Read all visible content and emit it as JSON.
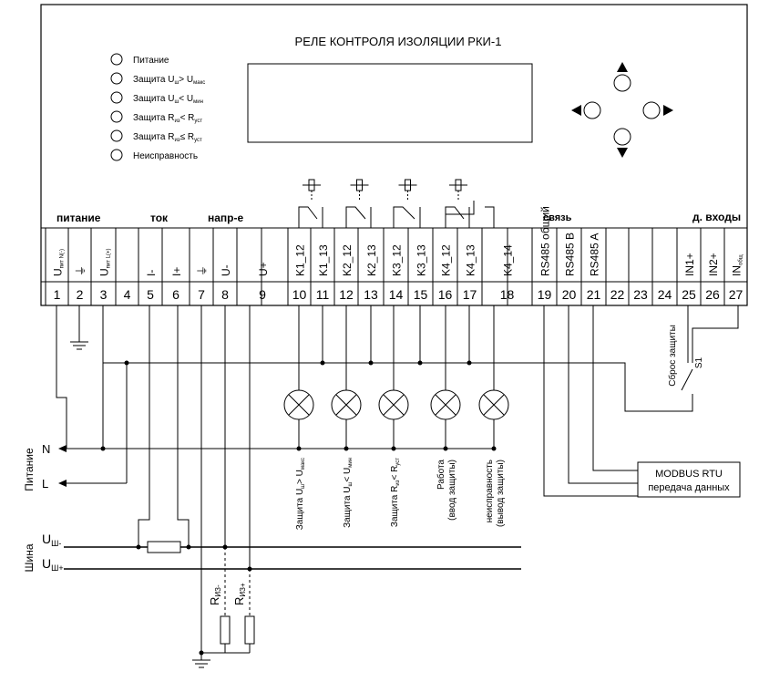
{
  "device": {
    "title": "РЕЛЕ КОНТРОЛЯ ИЗОЛЯЦИИ РКИ-1",
    "indicators": [
      {
        "label": "Питание"
      },
      {
        "label": "Защита U",
        "sub": "ш",
        "op": "> U",
        "op_sub": "макс"
      },
      {
        "label": "Защита U",
        "sub": "ш",
        "op": "< U",
        "op_sub": "мин"
      },
      {
        "label": "Защита R",
        "sub": "из",
        "op": "< R",
        "op_sub": "уст"
      },
      {
        "label": "Защита R",
        "sub": "из",
        "op": "≤ R",
        "op_sub": "уст"
      },
      {
        "label": "Неисправность"
      }
    ]
  },
  "groups": {
    "power": "питание",
    "current": "ток",
    "voltage": "напр-е",
    "comm": "связь",
    "dinputs": "д. входы"
  },
  "terminals": [
    {
      "num": "1",
      "label": "U",
      "sub": "пит N(-)"
    },
    {
      "num": "2",
      "label": "⏚",
      "sub": ""
    },
    {
      "num": "3",
      "label": "U",
      "sub": "пит L(+)"
    },
    {
      "num": "4",
      "label": "",
      "sub": ""
    },
    {
      "num": "5",
      "label": "I-",
      "sub": ""
    },
    {
      "num": "6",
      "label": "I+",
      "sub": ""
    },
    {
      "num": "7",
      "label": "⏚",
      "sub": ""
    },
    {
      "num": "8",
      "label": "U-",
      "sub": ""
    },
    {
      "num": "9",
      "label": "U+",
      "sub": ""
    },
    {
      "num": "10",
      "label": "K1_12",
      "sub": ""
    },
    {
      "num": "11",
      "label": "K1_13",
      "sub": ""
    },
    {
      "num": "12",
      "label": "K2_12",
      "sub": ""
    },
    {
      "num": "13",
      "label": "K2_13",
      "sub": ""
    },
    {
      "num": "14",
      "label": "K3_12",
      "sub": ""
    },
    {
      "num": "15",
      "label": "K3_13",
      "sub": ""
    },
    {
      "num": "16",
      "label": "K4_12",
      "sub": ""
    },
    {
      "num": "17",
      "label": "K4_13",
      "sub": ""
    },
    {
      "num": "18",
      "label": "K4_14",
      "sub": ""
    },
    {
      "num": "19",
      "label": "RS485 общий",
      "sub": ""
    },
    {
      "num": "20",
      "label": "RS485 B",
      "sub": ""
    },
    {
      "num": "21",
      "label": "RS485 A",
      "sub": ""
    },
    {
      "num": "22",
      "label": "",
      "sub": ""
    },
    {
      "num": "23",
      "label": "",
      "sub": ""
    },
    {
      "num": "24",
      "label": "",
      "sub": ""
    },
    {
      "num": "25",
      "label": "IN1+",
      "sub": ""
    },
    {
      "num": "26",
      "label": "IN2+",
      "sub": ""
    },
    {
      "num": "27",
      "label": "IN",
      "sub": "общ"
    }
  ],
  "lamps": [
    {
      "lines": [
        "Защита U",
        "ш",
        "> U",
        "макс"
      ]
    },
    {
      "lines": [
        "Защита U",
        "ш",
        "< U",
        "мин"
      ]
    },
    {
      "lines": [
        "Защита R",
        "из",
        "< R",
        "уст"
      ]
    },
    {
      "lines": [
        "Работа",
        "(ввод защиты)"
      ]
    },
    {
      "lines": [
        "неисправность",
        "(вывод защиты)"
      ]
    }
  ],
  "external": {
    "power_label": "Питание",
    "n_label": "N",
    "l_label": "L",
    "bus_label": "Шина",
    "ush_minus": "U",
    "ush_minus_sub": "Ш-",
    "ush_plus": "U",
    "ush_plus_sub": "Ш+",
    "r_minus": "R",
    "r_minus_sub": "ИЗ-",
    "r_plus": "R",
    "r_plus_sub": "ИЗ+",
    "reset_label": "Сброс защиты",
    "switch_label": "S1",
    "modbus_line1": "MODBUS RTU",
    "modbus_line2": "передача данных"
  }
}
